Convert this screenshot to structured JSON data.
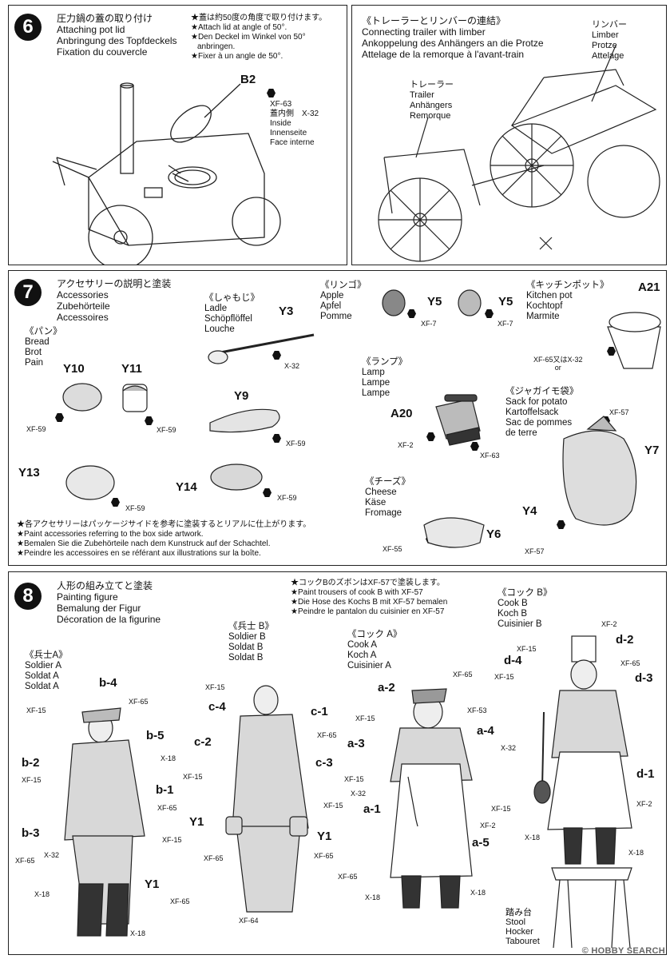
{
  "step6": {
    "number": "6",
    "title": [
      "圧力鍋の蓋の取り付け",
      "Attaching pot lid",
      "Anbringung des Topfdeckels",
      "Fixation du couvercle"
    ],
    "note": [
      "★蓋は約50度の角度で取り付けます。",
      "★Attach lid at angle of 50°.",
      "★Den Deckel im Winkel von 50°",
      "anbringen.",
      "★Fixer à un angle de 50°."
    ],
    "part": "B2",
    "paint": [
      "XF-63",
      "蓋内側　X-32",
      "Inside",
      "Innenseite",
      "Face interne"
    ]
  },
  "step6b": {
    "title": [
      "《トレーラーとリンバーの連結》",
      "Connecting trailer with limber",
      "Ankoppelung des Anhängers an die Protze",
      "Attelage de la remorque à l'avant-train"
    ],
    "limber": [
      "リンバー",
      "Limber",
      "Protze",
      "Attelage"
    ],
    "trailer": [
      "トレーラー",
      "Trailer",
      "Anhängers",
      "Remorque"
    ]
  },
  "step7": {
    "number": "7",
    "title": [
      "アクセサリーの説明と塗装",
      "Accessories",
      "Zubehörteile",
      "Accessoires"
    ],
    "bread": [
      "《パン》",
      "Bread",
      "Brot",
      "Pain"
    ],
    "ladle": [
      "《しゃもじ》",
      "Ladle",
      "Schöpflöffel",
      "Louche"
    ],
    "apple": [
      "《リンゴ》",
      "Apple",
      "Apfel",
      "Pomme"
    ],
    "pot": [
      "《キッチンポット》",
      "Kitchen pot",
      "Kochtopf",
      "Marmite"
    ],
    "lamp": [
      "《ランプ》",
      "Lamp",
      "Lampe",
      "Lampe"
    ],
    "potato": [
      "《ジャガイモ袋》",
      "Sack for potato",
      "Kartoffelsack",
      "Sac de pommes",
      "de terre"
    ],
    "cheese": [
      "《チーズ》",
      "Cheese",
      "Käse",
      "Fromage"
    ],
    "parts": {
      "y10": "Y10",
      "y11": "Y11",
      "y3": "Y3",
      "y5a": "Y5",
      "y5b": "Y5",
      "a21": "A21",
      "y9": "Y9",
      "a20": "A20",
      "y13": "Y13",
      "y14": "Y14",
      "y7": "Y7",
      "y4": "Y4",
      "y6": "Y6"
    },
    "paints": {
      "xf59a": "XF-59",
      "xf59b": "XF-59",
      "x32": "X-32",
      "xf7a": "XF-7",
      "xf7b": "XF-7",
      "potpaint": "XF-65又はX-32",
      "potor": "or",
      "xf59c": "XF-59",
      "xf2": "XF-2",
      "xf63": "XF-63",
      "xf57a": "XF-57",
      "xf59d": "XF-59",
      "xf59e": "XF-59",
      "xf57b": "XF-57",
      "xf55": "XF-55"
    },
    "note": [
      "★各アクセサリーはパッケージサイドを参考に塗装するとリアルに仕上がります。",
      "★Paint accessories referring to the box side artwork.",
      "★Bemalen Sie die Zubehörteile nach dem Kunstruck auf der Schachtel.",
      "★Peindre les accessoires en se référant aux illustrations sur la boîte."
    ]
  },
  "step8": {
    "number": "8",
    "title": [
      "人形の組み立てと塗装",
      "Painting figure",
      "Bemalung der Figur",
      "Décoration de la figurine"
    ],
    "note": [
      "★コックBのズボンはXF-57で塗装します。",
      "★Paint trousers of cook B with XF-57",
      "★Die Hose des Kochs B mit XF-57 bemalen",
      "★Peindre le pantalon du cuisinier en XF-57"
    ],
    "soldierA": [
      "《兵士A》",
      "Soldier A",
      "Soldat A",
      "Soldat A"
    ],
    "soldierB": [
      "《兵士 B》",
      "Soldier B",
      "Soldat B",
      "Soldat B"
    ],
    "cookA": [
      "《コック A》",
      "Cook A",
      "Koch A",
      "Cuisinier A"
    ],
    "cookB": [
      "《コック B》",
      "Cook B",
      "Koch B",
      "Cuisinier B"
    ],
    "stool": [
      "踏み台",
      "Stool",
      "Hocker",
      "Tabouret"
    ],
    "labelsA": {
      "b4": "b-4",
      "b5": "b-5",
      "b2": "b-2",
      "b1": "b-1",
      "b3": "b-3",
      "y1": "Y1",
      "xf65a": "XF-65",
      "xf15a": "XF-15",
      "x18a": "X-18",
      "xf15b": "XF-15",
      "xf65b": "XF-65",
      "xf15c": "XF-15",
      "x32": "X-32",
      "xf65c": "XF-65",
      "x18b": "X-18",
      "xf65d": "XF-65",
      "x18c": "X-18"
    },
    "labelsB": {
      "c4": "c-4",
      "c1": "c-1",
      "c2": "c-2",
      "c3": "c-3",
      "y1a": "Y1",
      "y1b": "Y1",
      "xf15a": "XF-15",
      "xf65a": "XF-65",
      "xf15b": "XF-15",
      "xf15c": "XF-15",
      "xf65b": "XF-65",
      "xf65c": "XF-65",
      "xf64": "XF-64"
    },
    "labelsC": {
      "a2": "a-2",
      "a3": "a-3",
      "a4": "a-4",
      "a1": "a-1",
      "a5": "a-5",
      "xf65a": "XF-65",
      "xf15a": "XF-15",
      "xf53": "XF-53",
      "xf15b": "XF-15",
      "x32": "X-32",
      "xf15c": "XF-15",
      "xf2": "XF-2",
      "xf65b": "XF-65",
      "x18a": "X-18",
      "x18b": "X-18"
    },
    "labelsD": {
      "d2": "d-2",
      "d4": "d-4",
      "d3": "d-3",
      "d1": "d-1",
      "xf2a": "XF-2",
      "xf15a": "XF-15",
      "xf65": "XF-65",
      "xf15b": "XF-15",
      "x32": "X-32",
      "xf2b": "XF-2",
      "x18a": "X-18",
      "x18b": "X-18"
    }
  },
  "watermark": "© HOBBY SEARCH"
}
